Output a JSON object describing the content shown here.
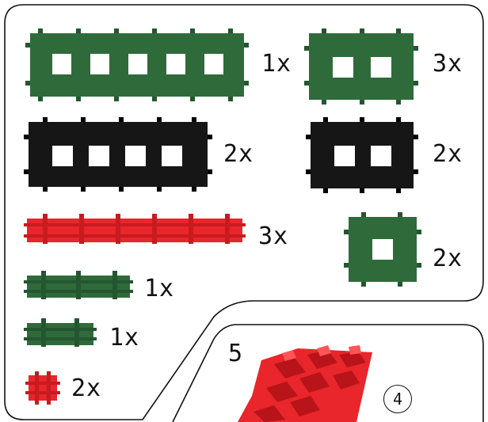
{
  "parts": [
    {
      "id": "green-5x1",
      "color": "green",
      "quantity": "1x"
    },
    {
      "id": "green-2x1",
      "color": "green",
      "quantity": "3x"
    },
    {
      "id": "black-4x1",
      "color": "black",
      "quantity": "2x"
    },
    {
      "id": "black-2x1",
      "color": "black",
      "quantity": "2x"
    },
    {
      "id": "red-strip-long",
      "color": "red",
      "quantity": "3x"
    },
    {
      "id": "green-1x1",
      "color": "green",
      "quantity": "2x"
    },
    {
      "id": "green-strip-medium",
      "color": "green",
      "quantity": "1x"
    },
    {
      "id": "green-strip-short",
      "color": "green",
      "quantity": "1x"
    },
    {
      "id": "red-small-piece",
      "color": "red",
      "quantity": "2x"
    }
  ],
  "step": {
    "number": "5",
    "sub_step": "4"
  },
  "colors": {
    "green": "#2f6b3a",
    "black": "#161616",
    "red": "#e8262b",
    "frame": "#111111"
  }
}
